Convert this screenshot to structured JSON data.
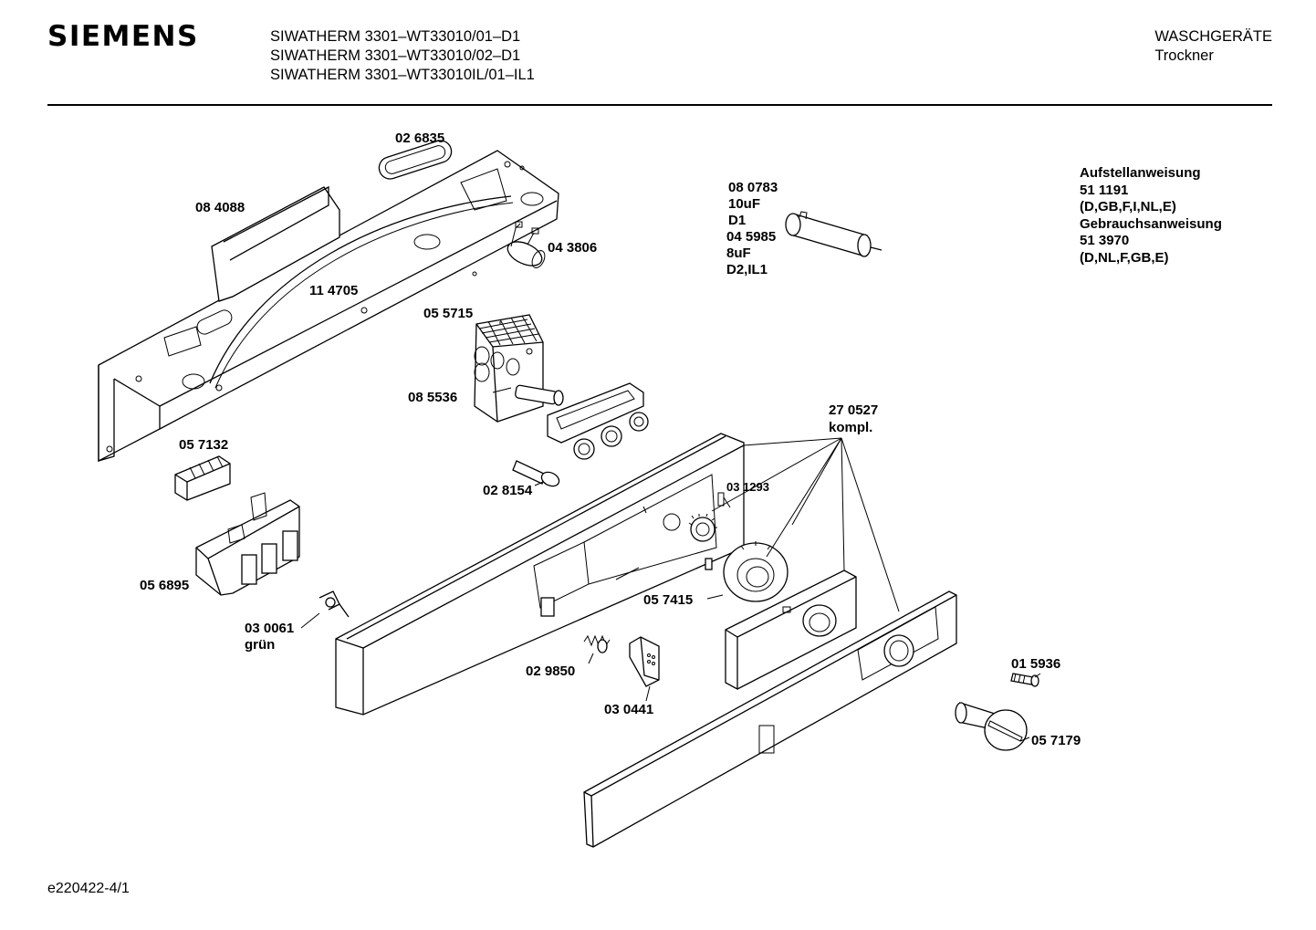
{
  "header": {
    "brand": "SIEMENS",
    "models": [
      "SIWATHERM 3301–WT33010/01–D1",
      "SIWATHERM 3301–WT33010/02–D1",
      "SIWATHERM 3301–WT33010IL/01–IL1"
    ],
    "category": "WASCHGERÄTE",
    "subcategory": "Trockner"
  },
  "documents": {
    "install_title": "Aufstellanweisung",
    "install_number": "51 1191",
    "install_languages": "(D,GB,F,I,NL,E)",
    "manual_title": "Gebrauchsanweisung",
    "manual_number": "51 3970",
    "manual_languages": "(D,NL,F,GB,E)"
  },
  "parts": {
    "p026835": "02 6835",
    "p084088": "08 4088",
    "p043806": "04 3806",
    "p114705": "11 4705",
    "p055715": "05 5715",
    "p085536": "08 5536",
    "p057132": "05 7132",
    "p028154": "02 8154",
    "p056895": "05 6895",
    "p030061": "03 0061",
    "p030061_note": "grün",
    "p029850": "02 9850",
    "p030441": "03 0441",
    "p031293": "03 1293",
    "p057415": "05 7415",
    "p270527": "27 0527",
    "p270527_note": "kompl.",
    "p015936": "01 5936",
    "p057179": "05 7179",
    "capacitor_a": "08 0783",
    "capacitor_a_value": "10uF",
    "capacitor_a_variant": "D1",
    "capacitor_b": "04 5985",
    "capacitor_b_value": "8uF",
    "capacitor_b_variant": "D2,IL1"
  },
  "footer": {
    "drawing_id": "e220422-4/1"
  }
}
